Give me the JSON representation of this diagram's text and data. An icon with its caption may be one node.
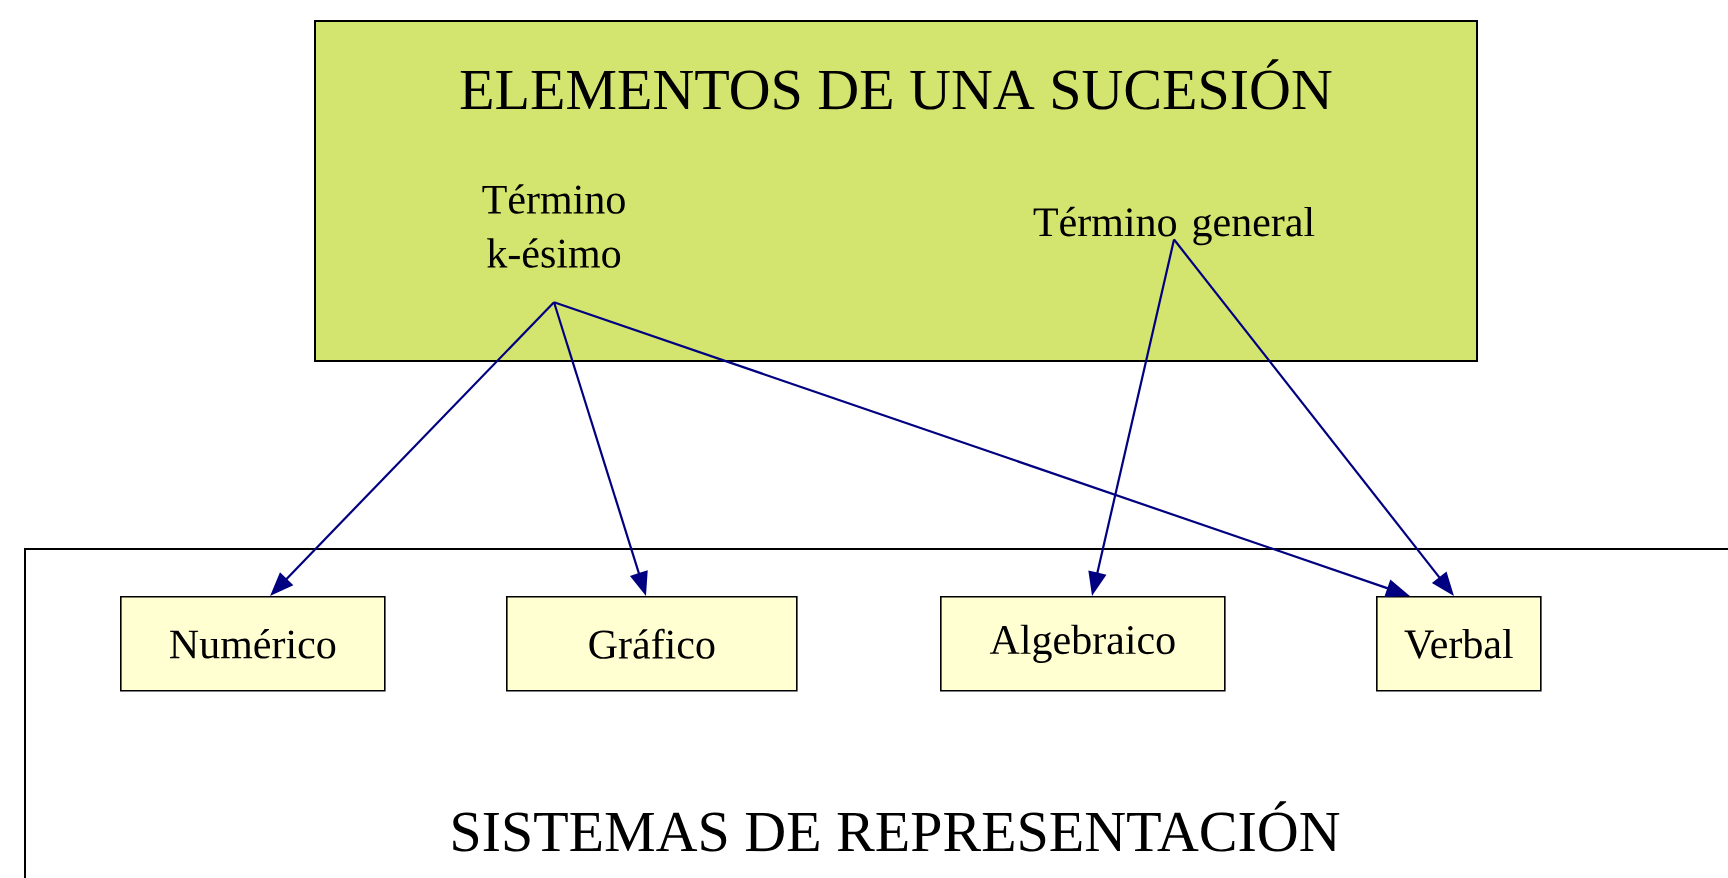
{
  "diagram": {
    "nodes": [
      {
        "text": [
          "ELEMENTOS DE UNA SUCESIÓN"
        ]
      },
      {
        "text": [
          "Término k-ésimo"
        ],
        "in": 0
      },
      {
        "text": [
          "Término general"
        ],
        "in": 0
      },
      {
        "text": [
          "SISTEMAS DE REPRESENTACIÓN"
        ]
      },
      {
        "text": [
          "Numérico"
        ],
        "in": 3
      },
      {
        "text": [
          "Gráfico"
        ],
        "in": 3
      },
      {
        "text": [
          "Algebraico"
        ],
        "in": 3
      },
      {
        "text": [
          "Verbal"
        ],
        "in": 3
      }
    ],
    "edges": [
      {
        "from": 1,
        "to": 4,
        "arrow": "to"
      },
      {
        "from": 1,
        "to": 5,
        "arrow": "to"
      },
      {
        "from": 1,
        "to": 7,
        "arrow": "to"
      },
      {
        "from": 2,
        "to": 6,
        "arrow": "to"
      },
      {
        "from": 2,
        "to": 7,
        "arrow": "to"
      }
    ]
  }
}
